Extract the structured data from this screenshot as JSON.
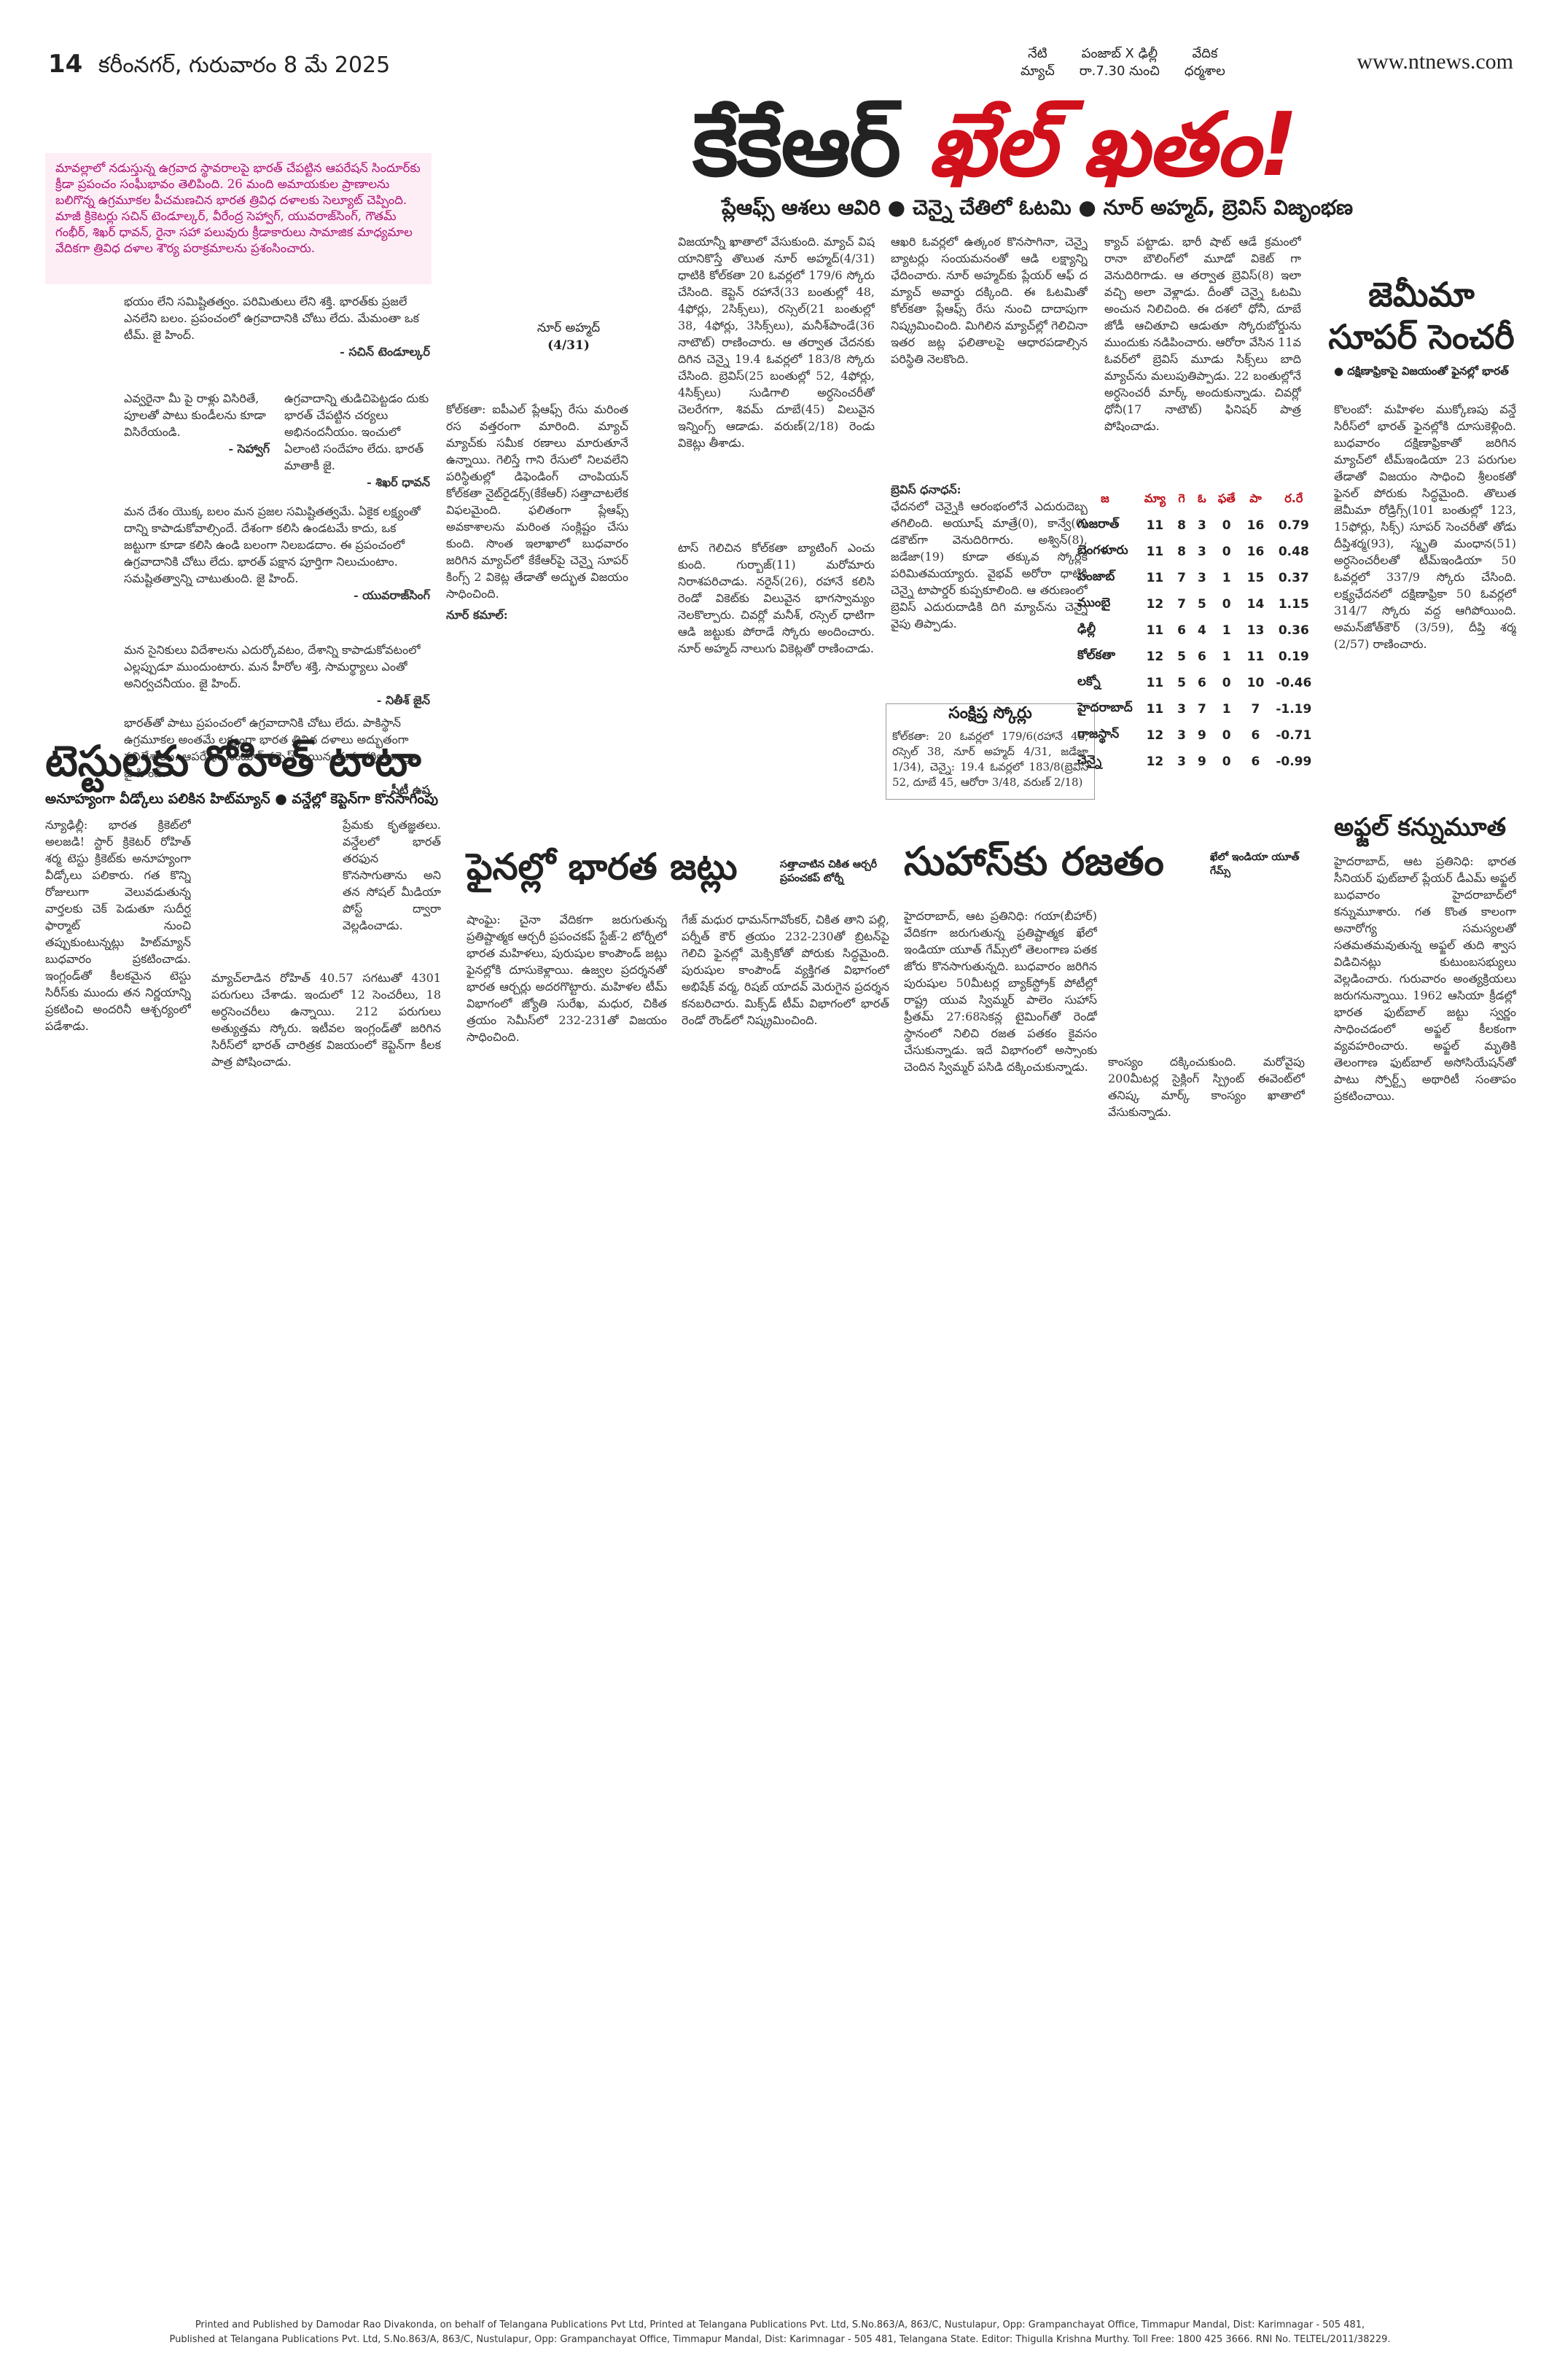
{
  "header": {
    "page_num": "14",
    "place_date": "కరీంనగర్, గురువారం 8 మే 2025",
    "website": "www.ntnews.com",
    "match_col1_l1": "నేటి",
    "match_col1_l2": "మ్యాచ్",
    "match_col2_l1": "పంజాబ్ X ఢిల్లీ",
    "match_col2_l2": "రా.7.30 నుంచి",
    "match_col3_l1": "వేదిక",
    "match_col3_l2": "ధర్మశాల"
  },
  "main": {
    "title_black": "కేకేఆర్ ",
    "title_red": "ఖేల్ ఖతం!",
    "deck": "ప్లేఆఫ్స్ ఆశలు ఆవిరి ● చెన్నై చేతిలో ఓటమి ● నూర్ అహ్మద్, బ్రెవిస్ విజృంభణ",
    "col1": "విజయాన్నీ ఖాతాలో వేసుకుంది. మ్యాచ్ విష యానికొస్తే తొలుత నూర్ అహ్మద్(4/31) ధాటికి కోల్‌కతా 20 ఓవర్లలో 179/6 స్కోరు చేసింది. కెప్టెన్ రహానే(33 బంతుల్లో 48, 4ఫోర్లు, 2సిక్స్‌లు), రస్సెల్(21 బంతుల్లో 38, 4ఫోర్లు, 3సిక్స్‌లు), మనీశ్‌పాండే(36 నాటౌట్) రాణించారు. ఆ తర్వాత చేదనకు దిగిన చెన్నై 19.4 ఓవర్లలో 183/8 స్కోరు చేసింది. బ్రెవిస్(25 బంతుల్లో 52, 4ఫోర్లు, 4సిక్స్‌లు) సుడిగాలి అర్ధసెంచరీతో చెలరేగగా, శివమ్ దూబే(45) విలువైన ఇన్నింగ్స్ ఆడాడు. వరుణ్(2/18) రెండు వికెట్లు తీశాడు.",
    "col2": "ఆఖరి ఓవర్లలో ఉత్కంఠ కొనసాగినా, చెన్నై బ్యాటర్లు సంయమనంతో ఆడి లక్ష్యాన్ని ఛేదించారు. నూర్ అహ్మద్‌కు ప్లేయర్ ఆఫ్ ద మ్యాచ్ అవార్డు దక్కింది. ఈ ఓటమితో కోల్‌కతా ప్లేఆఫ్స్ రేసు నుంచి దాదాపుగా నిష్క్రమించింది. మిగిలిన మ్యాచ్‌ల్లో గెలిచినా ఇతర జట్ల ఫలితాలపై ఆధారపడాల్సిన పరిస్థితి నెలకొంది.",
    "col3": "క్యాచ్ పట్టాడు. భారీ షాట్ ఆడే క్రమంలో రానా బౌలింగ్‌లో మూడో వికెట్ గా వెనుదిరిగాడు. ఆ తర్వాత బ్రెవిస్(8) ఇలా వచ్చి అలా వెళ్లాడు. దీంతో చెన్నై ఓటమి అంచున నిలిచింది. ఈ దశలో ధోనీ, దూబే జోడీ ఆచితూచి ఆడుతూ స్కోరుబోర్డును ముందుకు నడిపించారు. ఆరోరా వేసిన 11వ ఓవర్‌లో బ్రెవిస్ మూడు సిక్స్‌లు బాది మ్యాచ్‌ను మలుపుతిప్పాడు. 22 బంతుల్లోనే అర్ధసెంచరీ మార్క్ అందుకున్నాడు. చివర్లో ధోనీ(17 నాటౌట్) ఫినిషర్ పాత్ర పోషించాడు.",
    "quote_label": "నూర్ అహ్మద్",
    "quote_figure": "(4/31)",
    "col_left": "కోల్‌కతా: ఐపీఎల్ ప్లేఆఫ్స్ రేసు మరింత రస వత్తరంగా మారింది. మ్యాచ్ మ్యాచ్‌కు సమీక రణాలు మారుతూనే ఉన్నాయి. గెలిస్తే గాని రేసులో నిలవలేని పరిస్థితుల్లో డిఫెండింగ్ చాంపియన్ కోల్‌కతా నైట్‌రైడర్స్(కేకేఆర్) సత్తాచాటలేక విఫలమైంది. ఫలితంగా ప్లేఆఫ్స్ అవకాశాలను మరింత సంక్లిష్టం చేసు కుంది. సొంత ఇలాఖాలో బుధవారం జరిగిన మ్యాచ్‌లో కేకేఆర్‌పై చెన్నై సూపర్ కింగ్స్ 2 వికెట్ల తేడాతో అద్భుత విజయం సాధించింది.",
    "sub_label": "నూర్ కమాల్:",
    "col_left2": "టాస్ గెలిచిన కోల్‌కతా బ్యాటింగ్ ఎంచు కుంది. గుర్బాజ్(11) మరోమారు నిరాశపరిచాడు. నరైన్(26), రహానే కలిసి రెండో వికెట్‌కు విలువైన భాగస్వామ్యం నెలకొల్పారు. చివర్లో మనీశ్, రస్సెల్ ధాటిగా ఆడి జట్టుకు పోరాడే స్కోరు అందించారు. నూర్ అహ్మద్ నాలుగు వికెట్లతో రాణించాడు.",
    "brevis_label": "బ్రెవిస్ ధనాధన్:",
    "col_mid2": "ఛేదనలో చెన్నైకి ఆరంభంలోనే ఎదురుదెబ్బ తగిలింది. అయూష్ మాత్రే(0), కాన్వే(0) డకౌట్‌గా వెనుదిరిగారు. అశ్విన్(8), జడేజా(19) కూడా తక్కువ స్కోర్లకే పరిమితమయ్యారు. వైభవ్ అరోరా ధాటికి చెన్నై టాపార్డర్ కుప్పకూలింది. ఆ తరుణంలో బ్రెవిస్ ఎదురుదాడికి దిగి మ్యాచ్‌ను చెన్నై వైపు తిప్పాడు.",
    "scorebox_title": "సంక్షిప్త స్కోర్లు",
    "scorebox_text": "కోల్‌కతా: 20 ఓవర్లలో 179/6(రహానే 48, రస్సెల్ 38, నూర్ అహ్మద్ 4/31, జడేజా 1/34), చెన్నై: 19.4 ఓవర్లలో 183/8(బ్రెవిస్ 52, దూబే 45, ఆరోరా 3/48, వరుణ్ 2/18)"
  },
  "pink_box": "మావల్లాలో నడుస్తున్న ఉగ్రవాద స్థావరాలపై భారత్ చేపట్టిన ఆపరేషన్ సిందూర్‌కు క్రీడా ప్రపంచం సంఘీభావం తెలిపింది. 26 మంది అమాయకుల ప్రాణాలను బలిగొన్న ఉగ్రమూకల పీచమణచిన భారత త్రివిధ దళాలకు సెల్యూట్ చెప్పింది. మాజీ క్రికెటర్లు సచిన్ టెండూల్కర్, వీరేంద్ర సెహ్వాగ్, యువరాజ్‌సింగ్, గౌతమ్ గంభీర్, శిఖర్ ధావన్, రైనా సహా పలువురు క్రీడాకారులు సామాజిక మాధ్యమాల వేదికగా త్రివిధ దళాల శౌర్య పరాక్రమాలను ప్రశంసించారు.",
  "quotes": {
    "q1": "భయం లేని సమిష్టితత్వం. పరిమితులు లేని శక్తి. భారత్‌కు ప్రజలే ఎనలేని బలం. ప్రపంచంలో ఉగ్రవాదానికి చోటు లేదు. మేమంతా ఒక టీమ్. జై హింద్.",
    "q1_sig": "- సచిన్ టెండూల్కర్",
    "q2": "ఎవ్వరైనా మీ పై రాళ్లు విసిరితే, పూలతో పాటు కుండీలను కూడా విసిరేయండి.",
    "q2_sig": "- సెహ్వాగ్",
    "q3": "ఉగ్రవాదాన్ని తుడిచిపెట్టడం దుకు భారత్ చేపట్టిన చర్యలు అభినందనీయం. ఇంచులో ఏలాంటి సందేహం లేదు. భారత్ మాతాకీ జై.",
    "q3_sig": "- శిఖర్ ధావన్",
    "q4": "మన దేశం యొక్క బలం మన ప్రజల సమిష్టితత్వమే. ఏకైక లక్ష్యంతో దాన్ని కాపాడుకోవాల్సిందే. దేశంగా కలిసి ఉండటమే కాదు, ఒక జట్టుగా కూడా కలిసి ఉండి బలంగా నిలబడదాం. ఈ ప్రపంచంలో ఉగ్రవాదానికి చోటు లేదు. భారత్ పక్షాన పూర్తిగా నిలుచుంటాం. సమష్టితత్వాన్ని చాటుతుంది. జై హింద్.",
    "q4_sig": "- యువరాజ్‌సింగ్",
    "q5": "మన సైనికులు విదేశాలను ఎదుర్కోవటం, దేశాన్ని కాపాడుకోవటంలో ఎల్లప్పుడూ ముందుంటారు. మన హీరోల శక్తి, సామర్థ్యాలు ఎంతో అనిర్వచనీయం. జై హింద్.",
    "q5_sig": "- నితీశ్ జైన్",
    "q6": "భారత్‌తో పాటు ప్రపంచంలో ఉగ్రవాదానికి చోటు లేదు. పాకిస్థాన్ ఉగ్రమూకల అంతమే లక్ష్యంగా భారత త్రివిధ దళాలు అద్భుతంగా పనిచేశాయి. ఆపరేషన్ సిందూర్ సక్సెస్ అయినందుకు గర్విస్తున్నాం. జై హింద్.",
    "q6_sig": "- పీటీ ఉష"
  },
  "rohit": {
    "title": "టెస్టులకు రోహిత్ టాటా",
    "deck": "అనూహ్యంగా వీడ్కోలు పలికిన హిట్‌మ్యాన్ ● వన్డేల్లో కెప్టెన్‌గా కొనసాగింపు",
    "col1": "న్యూఢిల్లీ: భారత క్రికెట్‌లో అలజడి! స్టార్ క్రికెటర్ రోహిత్ శర్మ టెస్టు క్రికెట్‌కు అనూహ్యంగా వీడ్కోలు పలికారు. గత కొన్ని రోజులుగా వెలువడుతున్న వార్తలకు చెక్ పెడుతూ సుదీర్ఘ ఫార్మాట్ నుంచి తప్పుకుంటున్నట్లు హిట్‌మ్యాన్ బుధవారం ప్రకటించాడు. ఇంగ్లండ్‌తో కీలకమైన టెస్టు సిరీస్‌కు ముందు తన నిర్ణయాన్ని ప్రకటించి అందరినీ ఆశ్చర్యంలో పడేశాడు.",
    "col2": "ప్రేమకు కృతజ్ఞతలు. వన్డేలలో భారత్ తరఫున కొనసాగుతాను అని తన సోషల్ మీడియా పోస్ట్ ద్వారా వెల్లడించాడు.",
    "col3": "మ్యాచ్‌లాడిన రోహిత్ 40.57 సగటుతో 4301 పరుగులు చేశాడు. ఇందులో 12 సెంచరీలు, 18 అర్ధసెంచరీలు ఉన్నాయి. 212 పరుగులు అత్యుత్తమ స్కోరు. ఇటీవల ఇంగ్లండ్‌తో జరిగిన సిరీస్‌లో భారత్ చారిత్రక విజయంలో కెప్టెన్‌గా కీలక పాత్ర పోషించాడు."
  },
  "final": {
    "title": "ఫైనల్లో భారత జట్లు",
    "side": "సత్తాచాటిన చికిత ఆర్చరీ ప్రపంచకప్ టోర్నీ",
    "col1": "షాంఘై: చైనా వేదికగా జరుగుతున్న ప్రతిష్టాత్మక ఆర్చరీ ప్రపంచకప్ స్టేజ్-2 టోర్నీలో భారత మహిళలు, పురుషుల కాంపౌండ్ జట్లు ఫైనల్లోకి దూసుకెళ్లాయి. ఉజ్వల ప్రదర్శనతో భారత ఆర్చర్లు అదరగొట్టారు. మహిళల టీమ్ విభాగంలో జ్యోతి సురేఖ, మధుర, చికిత త్రయం సెమీస్‌లో 232-231తో విజయం సాధించింది.",
    "col2": "గేజ్ మధుర ధామన్‌గావోంకర్, చికిత తాని పల్లి, పర్నీత్ కౌర్ త్రయం 232-230తో బ్రిటన్‌పై గెలిచి ఫైనల్లో మెక్సికోతో పోరుకు సిద్ధమైంది. పురుషుల కాంపౌండ్ వ్యక్తిగత విభాగంలో అభిషేక్ వర్మ, రిషబ్ యాదవ్ మెరుగైన ప్రదర్శన కనబరిచారు. మిక్స్‌డ్ టీమ్ విభాగంలో భారత్ రెండో రౌండ్‌లో నిష్క్రమించింది."
  },
  "suhas": {
    "title": "సుహాస్‌కు రజతం",
    "side": "ఖేలో ఇండియా యూత్ గేమ్స్",
    "col1": "హైదరాబాద్, ఆట ప్రతినిధి: గయా(బీహార్) వేదికగా జరుగుతున్న ప్రతిష్టాత్మక ఖేలో ఇండియా యూత్ గేమ్స్‌లో తెలంగాణ పతక జోరు కొనసాగుతున్నది. బుధవారం జరిగిన పురుషుల 50మీటర్ల బ్యాక్‌స్ట్రోక్ పోటీల్లో రాష్ట్ర యువ స్విమ్మర్ పాలెం సుహాస్ ప్రీతమ్ 27:68సెకన్ల టైమింగ్‌తో రెండో స్థానంలో నిలిచి రజత పతకం కైవసం చేసుకున్నాడు. ఇదే విభాగంలో అస్సాంకు చెందిన స్విమ్మర్ పసిడి దక్కించుకున్నాడు.",
    "col2": "కాంస్యం దక్కించుకుంది. మరోవైపు 200మీటర్ల సైక్లింగ్ స్ప్రింట్ ఈవెంట్‌లో తనిష్క మార్క్ కాంస్యం ఖాతాలో వేసుకున్నాడు."
  },
  "points_table": {
    "headers": [
      "జ",
      "మ్యా",
      "గె",
      "ఓ",
      "ఫతే",
      "పా",
      "ర.రే"
    ],
    "rows": [
      [
        "గుజరాత్",
        "11",
        "8",
        "3",
        "0",
        "16",
        "0.79"
      ],
      [
        "బెంగళూరు",
        "11",
        "8",
        "3",
        "0",
        "16",
        "0.48"
      ],
      [
        "పంజాబ్",
        "11",
        "7",
        "3",
        "1",
        "15",
        "0.37"
      ],
      [
        "ముంబై",
        "12",
        "7",
        "5",
        "0",
        "14",
        "1.15"
      ],
      [
        "ఢిల్లీ",
        "11",
        "6",
        "4",
        "1",
        "13",
        "0.36"
      ],
      [
        "కోల్‌కతా",
        "12",
        "5",
        "6",
        "1",
        "11",
        "0.19"
      ],
      [
        "లక్నో",
        "11",
        "5",
        "6",
        "0",
        "10",
        "-0.46"
      ],
      [
        "హైదరాబాద్",
        "11",
        "3",
        "7",
        "1",
        "7",
        "-1.19"
      ],
      [
        "రాజస్థాన్",
        "12",
        "3",
        "9",
        "0",
        "6",
        "-0.71"
      ],
      [
        "చెన్నై",
        "12",
        "3",
        "9",
        "0",
        "6",
        "-0.99"
      ]
    ]
  },
  "jemimah": {
    "title": "జెమీమా సూపర్ సెంచరీ",
    "deck": "● దక్షిణాఫ్రికాపై విజయంతో ఫైనల్లో భారత్",
    "text": "కొలంబో: మహిళల ముక్కోణపు వన్డే సిరీస్‌లో భారత్ ఫైనల్లోకి దూసుకెళ్లింది. బుధవారం దక్షిణాఫ్రికాతో జరిగిన మ్యాచ్‌లో టీమ్‌ఇండియా 23 పరుగుల తేడాతో విజయం సాధించి శ్రీలంకతో ఫైనల్ పోరుకు సిద్ధమైంది. తొలుత జెమీమా రోడ్రిగ్స్(101 బంతుల్లో 123, 15ఫోర్లు, సిక్స్) సూపర్ సెంచరీతో తోడు దీప్తిశర్మ(93), స్మృతి మంధాన(51) అర్ధసెంచరీలతో టీమ్‌ఇండియా 50 ఓవర్లలో 337/9 స్కోరు చేసింది. లక్ష్యఛేదనలో దక్షిణాఫ్రికా 50 ఓవర్లలో 314/7 స్కోరు వద్ద ఆగిపోయింది. అమన్‌జోత్‌కౌర్ (3/59), దీప్తి శర్మ (2/57) రాణించారు."
  },
  "afzal": {
    "title": "అఫ్జల్ కన్నుమూత",
    "text": "హైదరాబాద్, ఆట ప్రతినిధి: భారత సీనియర్ ఫుట్‌బాల్ ప్లేయర్ డీఎమ్ అఫ్జల్ బుధవారం హైదరాబాద్‌లో కన్నుమూశారు. గత కొంత కాలంగా అనారోగ్య సమస్యలతో సతమతమవుతున్న అఫ్జల్ తుది శ్వాస విడిచినట్లు కుటుంబసభ్యులు వెల్లడించారు. గురువారం అంత్యక్రియలు జరుగనున్నాయి. 1962 ఆసియా క్రీడల్లో భారత ఫుట్‌బాల్ జట్టు స్వర్ణం సాధించడంలో అఫ్జల్ కీలకంగా వ్యవహరించారు. అఫ్జల్ మృతికి తెలంగాణ ఫుట్‌బాల్ అసోసియేషన్‌తో పాటు స్పోర్ట్స్ అథారిటీ సంతాపం ప్రకటించాయి."
  },
  "footer": {
    "line1": "Printed and Published by Damodar Rao Divakonda, on behalf of Telangana Publications Pvt Ltd, Printed at Telangana Publications Pvt. Ltd, S.No.863/A, 863/C, Nustulapur, Opp: Grampanchayat Office, Timmapur Mandal, Dist: Karimnagar - 505 481,",
    "line2": "Published at Telangana Publications Pvt. Ltd, S.No.863/A, 863/C, Nustulapur, Opp: Grampanchayat Office, Timmapur Mandal, Dist: Karimnagar - 505 481, Telangana State. Editor: Thigulla Krishna Murthy. Toll Free: 1800 425 3666. RNI No. TELTEL/2011/38229."
  }
}
